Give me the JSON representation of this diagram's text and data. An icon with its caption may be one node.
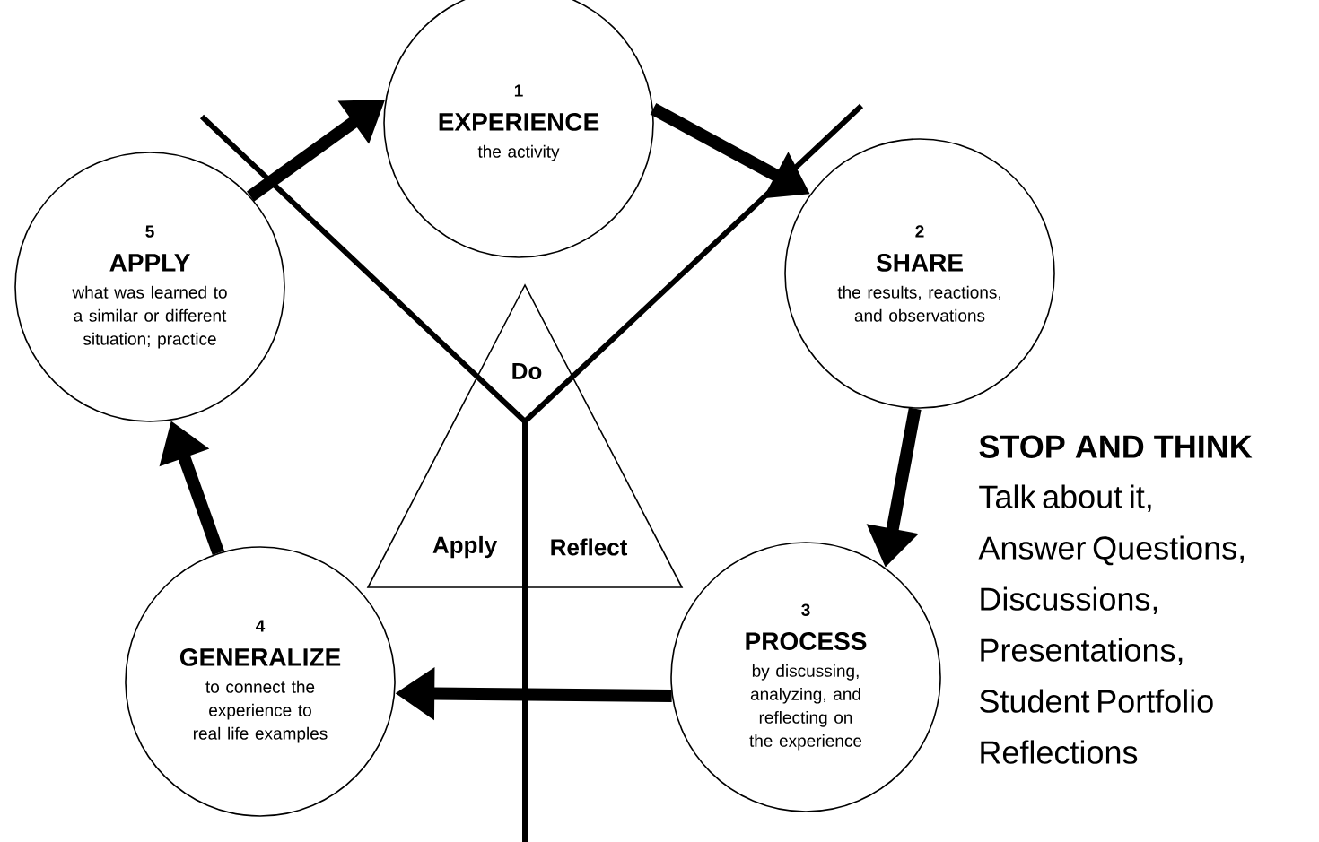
{
  "diagram": {
    "nodes": [
      {
        "text": [
          "1",
          "EXPERIENCE",
          "the activity"
        ]
      },
      {
        "text": [
          "2",
          "SHARE",
          "the results, reactions, and observations"
        ]
      },
      {
        "text": [
          "3",
          "PROCESS",
          "by discussing, analyzing, and reflecting on the experience"
        ]
      },
      {
        "text": [
          "4",
          "GENERALIZE",
          "to connect the experience to real life examples"
        ]
      },
      {
        "text": [
          "5",
          "APPLY",
          "what was learned to a similar or different situation; practice"
        ]
      },
      {
        "text": [
          "Do",
          "Apply",
          "Reflect"
        ]
      }
    ],
    "edges": [
      {
        "from": 4,
        "to": 0,
        "arrow": "to"
      },
      {
        "from": 0,
        "to": 1,
        "arrow": "to"
      },
      {
        "from": 1,
        "to": 2,
        "arrow": "to"
      },
      {
        "from": 2,
        "to": 3,
        "arrow": "to"
      },
      {
        "from": 3,
        "to": 4,
        "arrow": "to"
      }
    ],
    "labels": [
      "STOP AND THINK",
      "Talk about it, Answer Questions, Discussions, Presentations, Student Portfolio Reflections"
    ]
  }
}
